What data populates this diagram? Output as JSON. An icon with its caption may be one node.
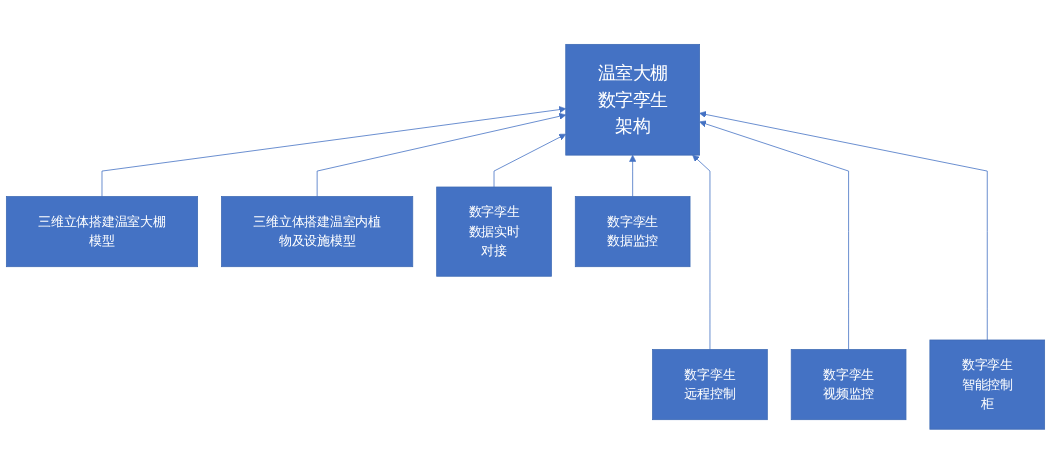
{
  "diagram": {
    "nodes": [
      {
        "text": [
          "温室大棚数字孪生架构"
        ]
      },
      {
        "text": [
          "三维立体搭建温室大棚模型"
        ]
      },
      {
        "text": [
          "三维立体搭建温室内植物及设施模型"
        ]
      },
      {
        "text": [
          "数字孪生数据实时对接"
        ]
      },
      {
        "text": [
          "数字孪生数据监控"
        ]
      },
      {
        "text": [
          "数字孪生远程控制"
        ]
      },
      {
        "text": [
          "数字孪生视频监控"
        ]
      },
      {
        "text": [
          "数字孪生智能控制柜"
        ]
      }
    ],
    "edges": [
      {
        "from": 1,
        "to": 0,
        "arrow": "to"
      },
      {
        "from": 2,
        "to": 0,
        "arrow": "to"
      },
      {
        "from": 3,
        "to": 0,
        "arrow": "to"
      },
      {
        "from": 4,
        "to": 0,
        "arrow": "to"
      },
      {
        "from": 5,
        "to": 0,
        "arrow": "to"
      },
      {
        "from": 6,
        "to": 0,
        "arrow": "to"
      },
      {
        "from": 7,
        "to": 0,
        "arrow": "to"
      }
    ]
  }
}
